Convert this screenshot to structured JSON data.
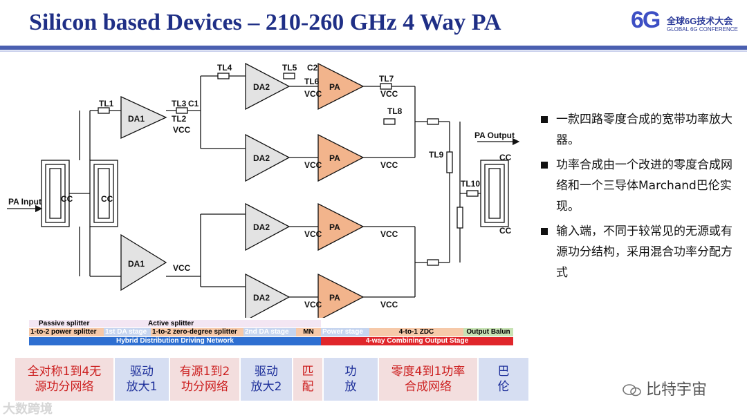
{
  "slide": {
    "title": "Silicon based Devices – 210-260 GHz 4 Way PA",
    "logo": {
      "mark": "6G",
      "cn": "全球6G技术大会",
      "en": "GLOBAL 6G CONFERENCE"
    }
  },
  "diagram_labels": {
    "pa_input": "PA Input",
    "pa_output": "PA Output",
    "da1": "DA1",
    "da2": "DA2",
    "pa": "PA",
    "cc": "CC",
    "vcc": "VCC",
    "tl1": "TL1",
    "tl2": "TL2",
    "tl3": "TL3",
    "tl4": "TL4",
    "tl5": "TL5",
    "tl6": "TL6",
    "tl7": "TL7",
    "tl8": "TL8",
    "tl9": "TL9",
    "tl10": "TL10",
    "c1": "C1",
    "c2": "C2"
  },
  "stage_bands": {
    "row1": [
      {
        "text": "Passive splitter",
        "bg": "#f3e6f3",
        "color": "#111111"
      },
      {
        "text": "Active splitter",
        "bg": "#f3e6f3",
        "color": "#111111"
      }
    ],
    "row2": [
      {
        "text": "1-to-2 power splitter",
        "bg": "#f6c9a9",
        "color": "#111111"
      },
      {
        "text": "1st DA stage",
        "bg": "#c6d5ef",
        "color": "#ffffff"
      },
      {
        "text": "1-to-2 zero-degree splitter",
        "bg": "#f6c9a9",
        "color": "#111111"
      },
      {
        "text": "2nd DA stage",
        "bg": "#c6d5ef",
        "color": "#ffffff"
      },
      {
        "text": "MN",
        "bg": "#f6c9a9",
        "color": "#111111"
      },
      {
        "text": "Power stage",
        "bg": "#c6d5ef",
        "color": "#ffffff"
      },
      {
        "text": "4-to-1 ZDC",
        "bg": "#f6c9a9",
        "color": "#111111"
      },
      {
        "text": "Output Balun",
        "bg": "#c8e3b5",
        "color": "#111111"
      }
    ],
    "row3": [
      {
        "text": "Hybrid Distribution Driving Network",
        "bg": "#2e6fd1"
      },
      {
        "text": "4-way Combining Output Stage",
        "bg": "#e0262b"
      }
    ]
  },
  "bullets": [
    "一款四路零度合成的宽带功率放大器。",
    "功率合成由一个改进的零度合成网络和一个三导体Marchand巴伦实现。",
    "输入端，不同于较常见的无源或有源功分结构，采用混合功率分配方式"
  ],
  "legend_cells": [
    {
      "line1": "全对称1到4无",
      "line2": "源功分网络",
      "bg": "#f3dede",
      "color": "#cc1f1f"
    },
    {
      "line1": "驱动",
      "line2": "放大1",
      "bg": "#d6def2",
      "color": "#1d2f9a"
    },
    {
      "line1": "有源1到2",
      "line2": "功分网络",
      "bg": "#f3dede",
      "color": "#cc1f1f"
    },
    {
      "line1": "驱动",
      "line2": "放大2",
      "bg": "#d6def2",
      "color": "#1d2f9a"
    },
    {
      "line1": "匹",
      "line2": "配",
      "bg": "#f3dede",
      "color": "#cc1f1f"
    },
    {
      "line1": "功",
      "line2": "放",
      "bg": "#d6def2",
      "color": "#1d2f9a"
    },
    {
      "line1": "零度4到1功率",
      "line2": "合成网络",
      "bg": "#f3dede",
      "color": "#cc1f1f"
    },
    {
      "line1": "巴",
      "line2": "伦",
      "bg": "#d6def2",
      "color": "#1d2f9a"
    }
  ],
  "watermarks": {
    "left": "大数跨境",
    "right": "比特宇宙"
  },
  "colors": {
    "title": "#1f2f86",
    "da_fill": "#e3e3e3",
    "pa_fill": "#f2b48c",
    "rule": "#4a5fb0"
  }
}
